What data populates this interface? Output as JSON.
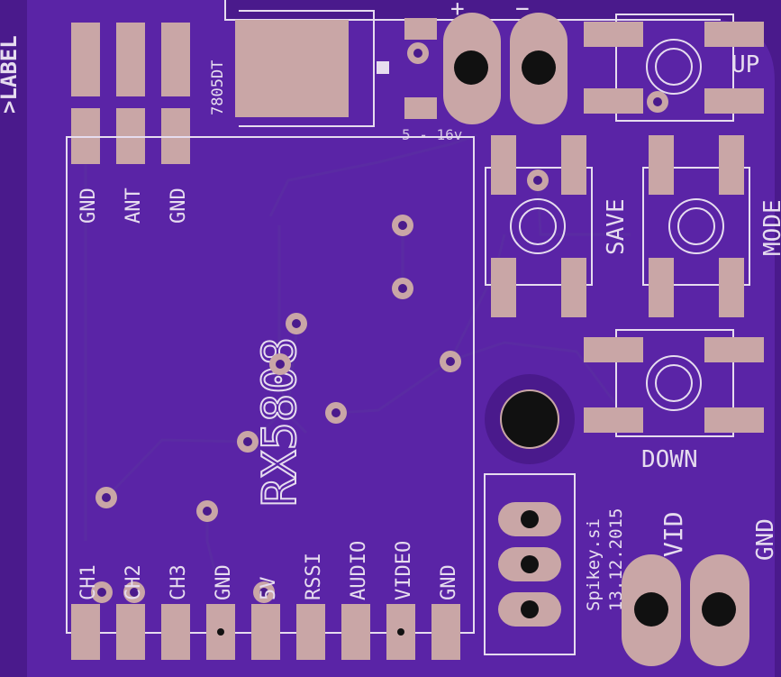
{
  "colors": {
    "background": "#4a1a8c",
    "board": "#5a24a6",
    "copper_pad": "#c9a6a6",
    "silkscreen": "#e6dcef"
  },
  "labels": {
    "side_label": ">LABEL",
    "regulator": "7805DT",
    "power_plus": "+",
    "power_minus": "−",
    "voltage_range": "5 - 16v",
    "module": "RX5808",
    "top_pins": [
      "GND",
      "ANT",
      "GND"
    ],
    "bottom_pins": [
      "CH1",
      "CH2",
      "CH3",
      "GND",
      "5V",
      "RSSI",
      "AUDIO",
      "VIDEO",
      "GND"
    ],
    "btn_up": "UP",
    "btn_save": "SAVE",
    "btn_mode": "MODE",
    "btn_down": "DOWN",
    "vid": "VID",
    "gnd_out": "GND",
    "author": "Spikey.si",
    "date": "13.12.2015"
  }
}
